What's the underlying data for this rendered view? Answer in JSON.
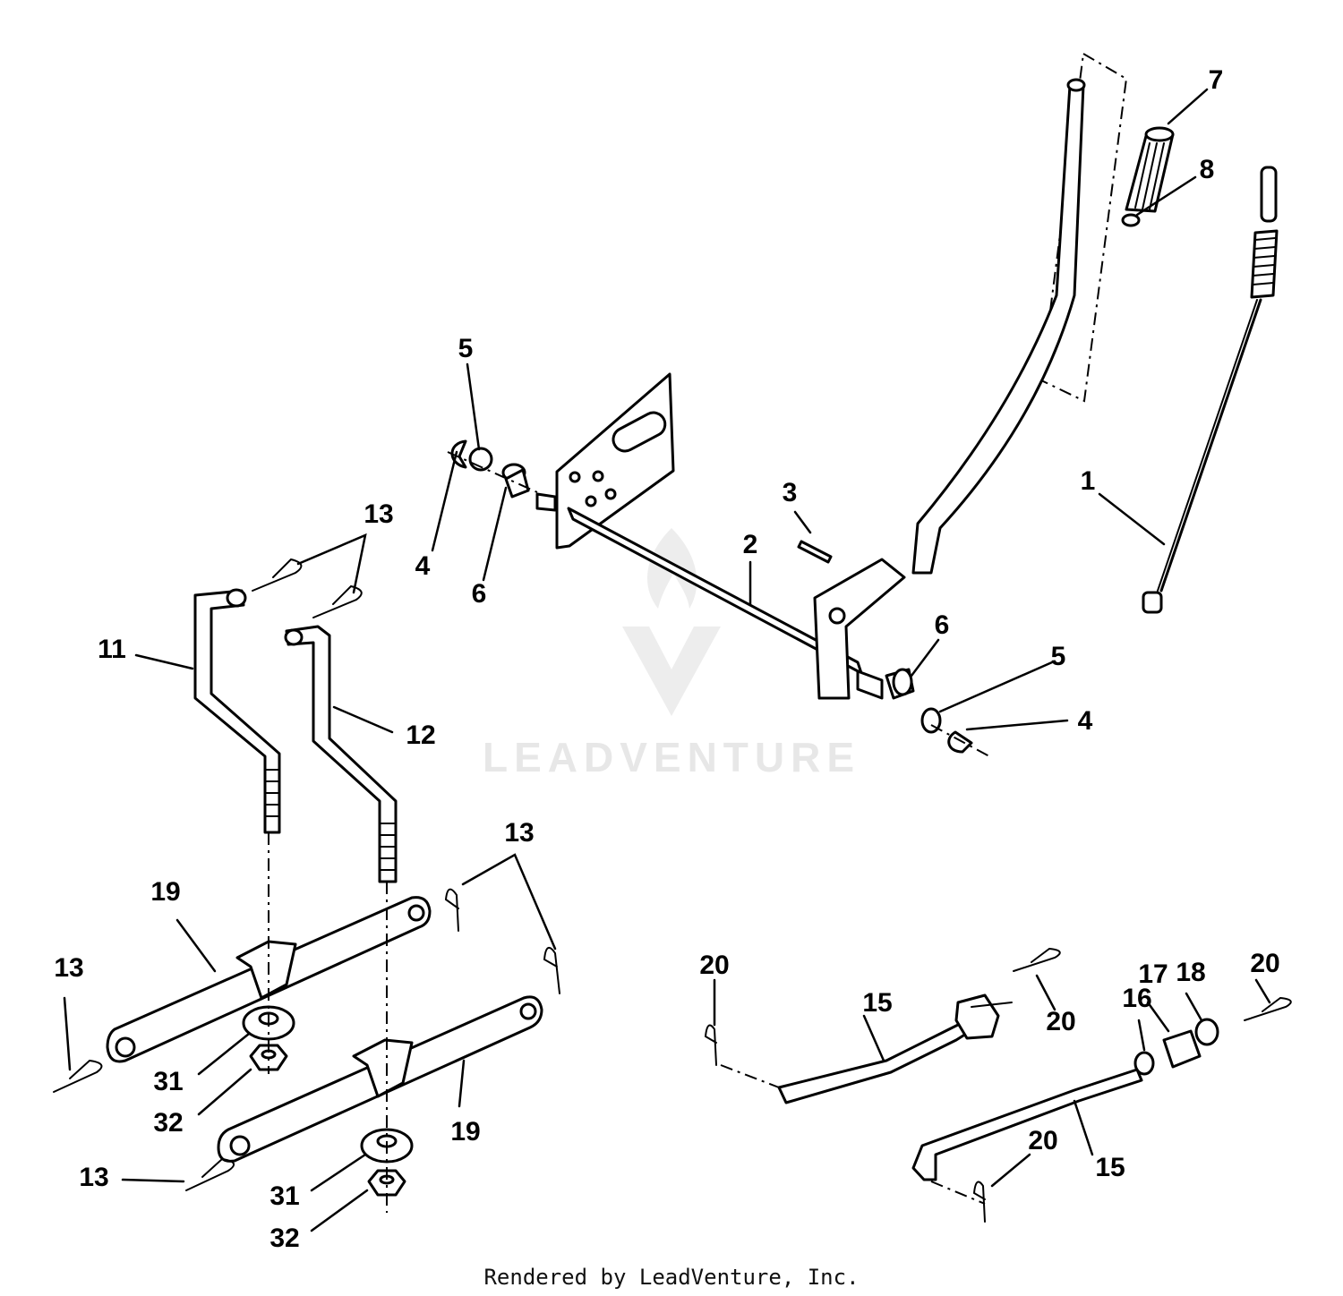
{
  "footer": "Rendered by LeadVenture, Inc.",
  "watermark": {
    "text": "LEADVENTURE",
    "color": "#e7e7e7"
  },
  "callouts": [
    {
      "id": "c1",
      "label": "1"
    },
    {
      "id": "c2",
      "label": "2"
    },
    {
      "id": "c3",
      "label": "3"
    },
    {
      "id": "c4a",
      "label": "4"
    },
    {
      "id": "c4b",
      "label": "4"
    },
    {
      "id": "c5a",
      "label": "5"
    },
    {
      "id": "c5b",
      "label": "5"
    },
    {
      "id": "c6a",
      "label": "6"
    },
    {
      "id": "c6b",
      "label": "6"
    },
    {
      "id": "c7",
      "label": "7"
    },
    {
      "id": "c8",
      "label": "8"
    },
    {
      "id": "c11",
      "label": "11"
    },
    {
      "id": "c12",
      "label": "12"
    },
    {
      "id": "c13a",
      "label": "13"
    },
    {
      "id": "c13b",
      "label": "13"
    },
    {
      "id": "c13c",
      "label": "13"
    },
    {
      "id": "c13d",
      "label": "13"
    },
    {
      "id": "c15a",
      "label": "15"
    },
    {
      "id": "c15b",
      "label": "15"
    },
    {
      "id": "c16",
      "label": "16"
    },
    {
      "id": "c17",
      "label": "17"
    },
    {
      "id": "c18",
      "label": "18"
    },
    {
      "id": "c19a",
      "label": "19"
    },
    {
      "id": "c19b",
      "label": "19"
    },
    {
      "id": "c20a",
      "label": "20"
    },
    {
      "id": "c20b",
      "label": "20"
    },
    {
      "id": "c20c",
      "label": "20"
    },
    {
      "id": "c20d",
      "label": "20"
    },
    {
      "id": "c31a",
      "label": "31"
    },
    {
      "id": "c31b",
      "label": "31"
    },
    {
      "id": "c32a",
      "label": "32"
    },
    {
      "id": "c32b",
      "label": "32"
    }
  ]
}
